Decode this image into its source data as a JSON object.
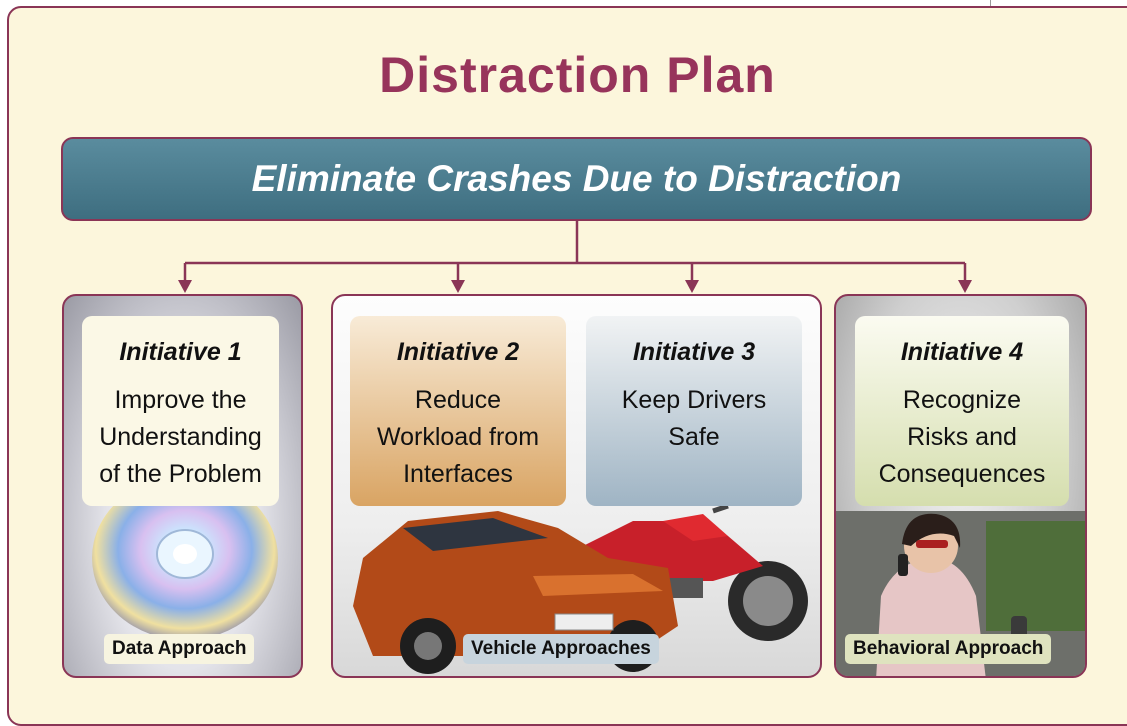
{
  "title": "Distraction Plan",
  "goal": "Eliminate Crashes Due to Distraction",
  "initiatives": [
    {
      "heading": "Initiative 1",
      "body": [
        "Improve the",
        "Understanding",
        "of the Problem"
      ]
    },
    {
      "heading": "Initiative 2",
      "body": [
        "Reduce",
        "Workload from",
        "Interfaces"
      ]
    },
    {
      "heading": "Initiative 3",
      "body": [
        "Keep Drivers",
        "Safe"
      ]
    },
    {
      "heading": "Initiative 4",
      "body": [
        "Recognize",
        "Risks and",
        "Consequences"
      ]
    }
  ],
  "approaches": {
    "data": "Data Approach",
    "vehicle": "Vehicle Approaches",
    "behavioral": "Behavioral Approach"
  },
  "colors": {
    "title": "#97345b",
    "frame_border": "#8a3556",
    "frame_fill": "#fcf6dc",
    "goal_bar": "#4a7a8c"
  },
  "icons": {
    "data": "cd-disc-icon",
    "vehicle": "car-and-motorcycle-icon",
    "behavioral": "driver-on-phone-icon"
  }
}
